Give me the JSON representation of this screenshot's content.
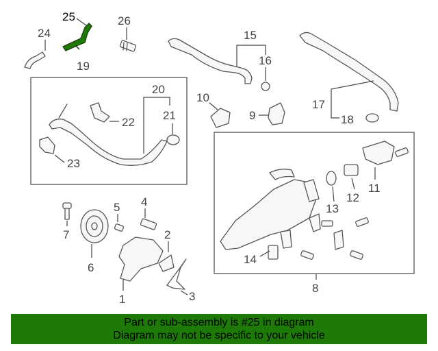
{
  "callouts": {
    "c1": "1",
    "c2": "2",
    "c3": "3",
    "c4": "4",
    "c5": "5",
    "c6": "6",
    "c7": "7",
    "c8": "8",
    "c9": "9",
    "c10": "10",
    "c11": "11",
    "c12": "12",
    "c13": "13",
    "c14": "14",
    "c15": "15",
    "c16": "16",
    "c17": "17",
    "c18": "18",
    "c19": "19",
    "c20": "20",
    "c21": "21",
    "c22": "22",
    "c23": "23",
    "c24": "24",
    "c25": "25",
    "c26": "26"
  },
  "highlight_color": "#1d7a07",
  "banner": {
    "line1": "Part or sub-assembly is #25 in diagram",
    "line2": "Diagram may not be specific to your vehicle",
    "background": "#1d7a07"
  }
}
